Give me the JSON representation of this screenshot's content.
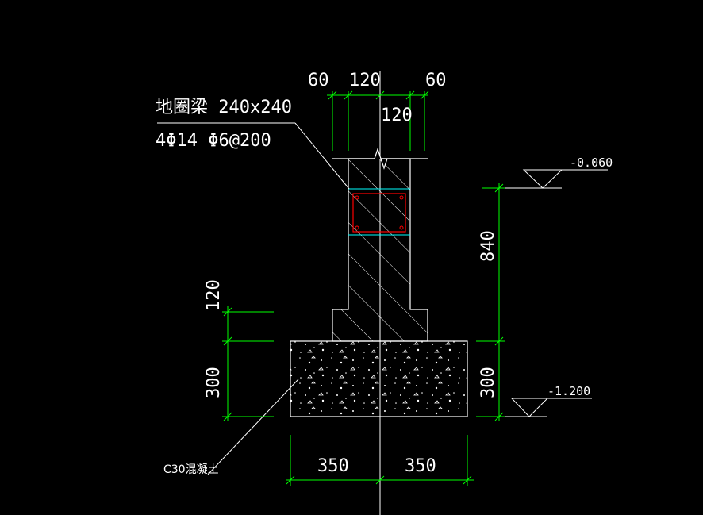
{
  "colors": {
    "background": "#000000",
    "dimension": "#00ff00",
    "outline": "#ffffff",
    "guide": "#00ffff",
    "rebar": "#ff0000"
  },
  "beam_label": {
    "line1": "地圈梁 240x240",
    "line2": "4Φ14  Φ6@200"
  },
  "dims_top": {
    "left": "60",
    "mid": "120",
    "right": "60",
    "lower_mid": "120"
  },
  "dims_left": {
    "upper": "120",
    "lower": "300"
  },
  "dims_right": {
    "upper": "840",
    "lower": "300"
  },
  "dims_bottom": {
    "left": "350",
    "right": "350"
  },
  "elevations": {
    "top": "-0.060",
    "bottom": "-1.200"
  },
  "material_label": "C30混凝土"
}
